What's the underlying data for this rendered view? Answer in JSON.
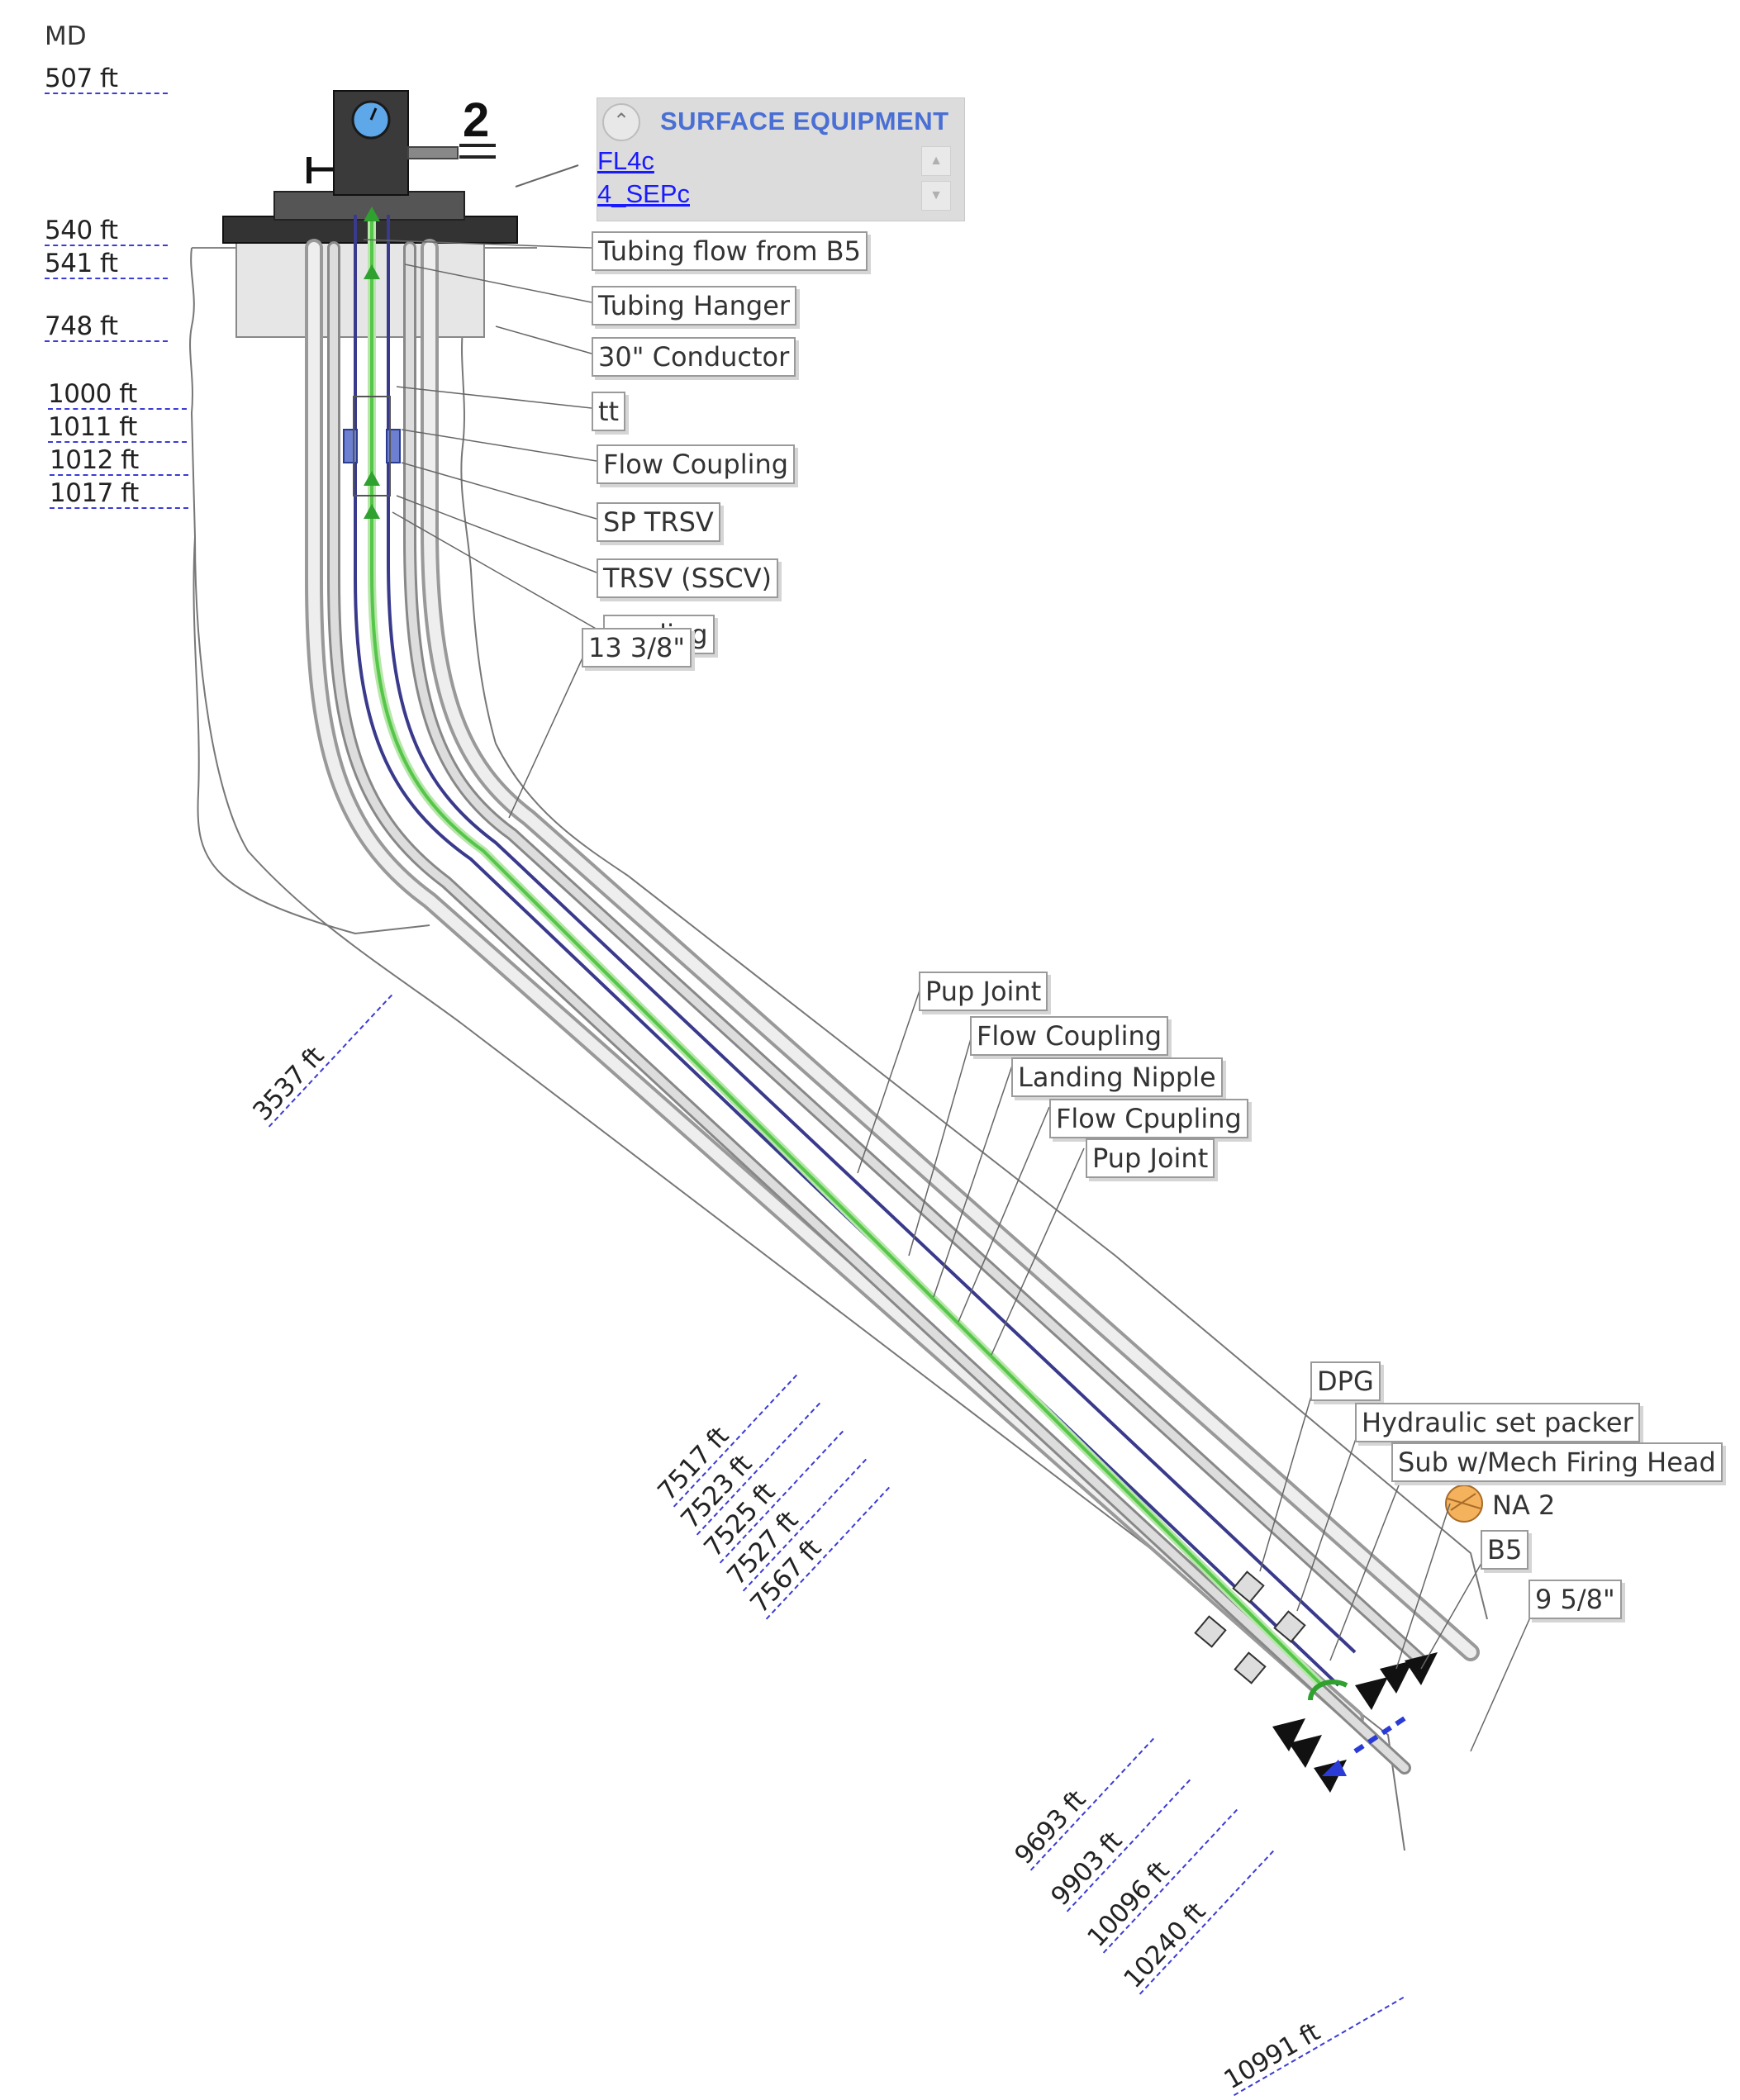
{
  "md_header": "MD",
  "well_number": "2",
  "surface_equipment": {
    "title": "SURFACE EQUIPMENT",
    "links": [
      "FL4c",
      "4_SEPc"
    ]
  },
  "depth_labels": [
    "507 ft",
    "540 ft",
    "541 ft",
    "748 ft",
    "1000 ft",
    "1011 ft",
    "1012 ft",
    "1017 ft"
  ],
  "rotated_depth_labels": [
    "3537 ft",
    "7517 ft",
    "7523 ft",
    "7525 ft",
    "7527 ft",
    "7567 ft",
    "9693 ft",
    "9903 ft",
    "10096 ft",
    "10240 ft",
    "10991 ft"
  ],
  "callouts": [
    "Tubing flow from B5",
    "Tubing Hanger",
    "30\" Conductor",
    "tt",
    "Flow Coupling",
    "SP TRSV",
    "TRSV (SSCV)",
    "oupling",
    "13 3/8\"",
    "Pup Joint",
    "Flow Coupling",
    "Landing Nipple",
    "Flow Cpupling",
    "Pup Joint",
    "DPG",
    "Hydraulic set packer",
    "Sub w/Mech Firing Head",
    "NA 2",
    "B5",
    "9 5/8\""
  ],
  "colors": {
    "flow": "#55c64a",
    "tubing": "#3a3a8c",
    "casing": "#9a9a9a",
    "depth_line": "#3b3bd6"
  }
}
